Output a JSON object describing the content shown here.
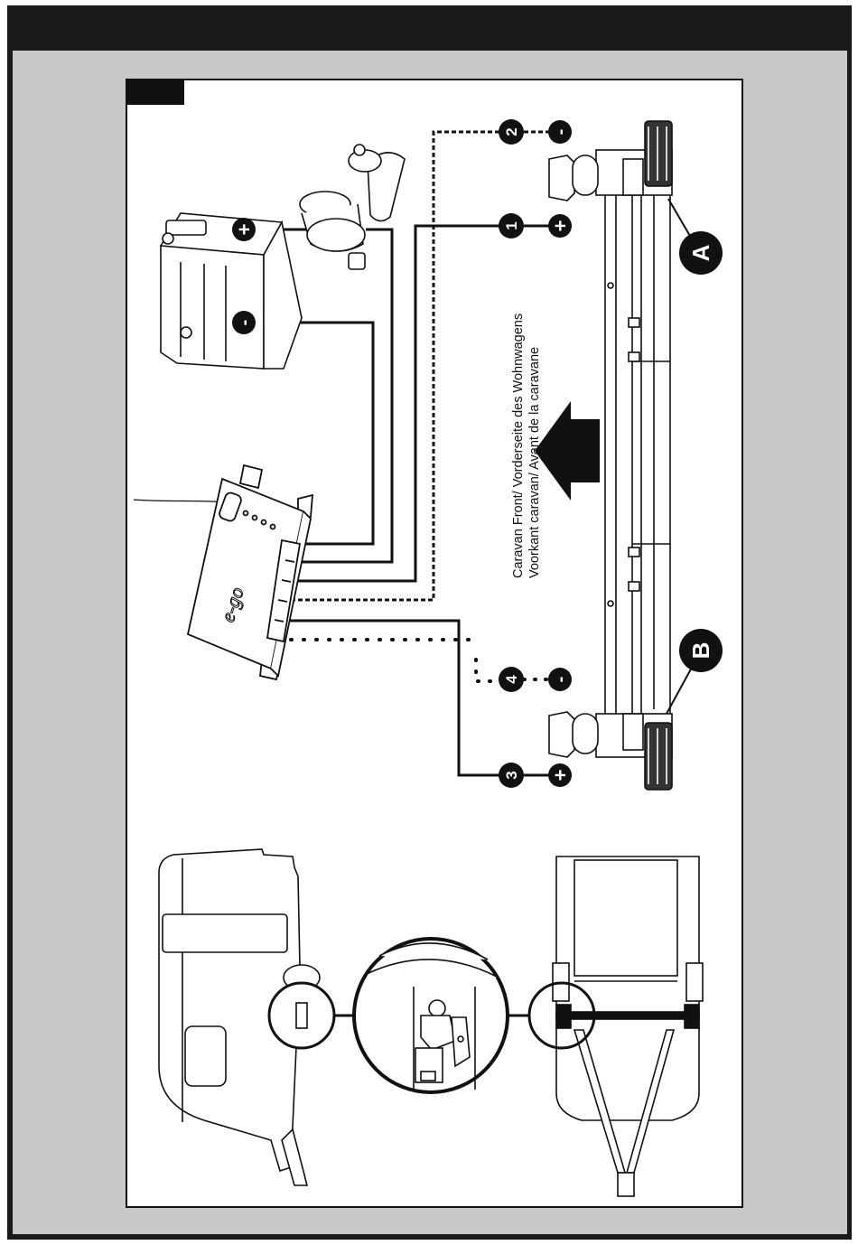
{
  "caption": {
    "line1": "Caravan Front/ Vorderseite des Wohnwagens",
    "line2": "Voorkant caravan/ Avant de la caravane"
  },
  "callouts": {
    "a": "A",
    "b": "B"
  },
  "terminals": {
    "t1": "1",
    "t2": "2",
    "t3": "3",
    "t4": "4"
  },
  "polarity": {
    "plus": "+",
    "minus": "-"
  },
  "control_unit": {
    "logo": "e-go"
  },
  "colors": {
    "frame": "#1a1a1a",
    "border_bg": "#c8c8c8",
    "ink": "#111111"
  }
}
